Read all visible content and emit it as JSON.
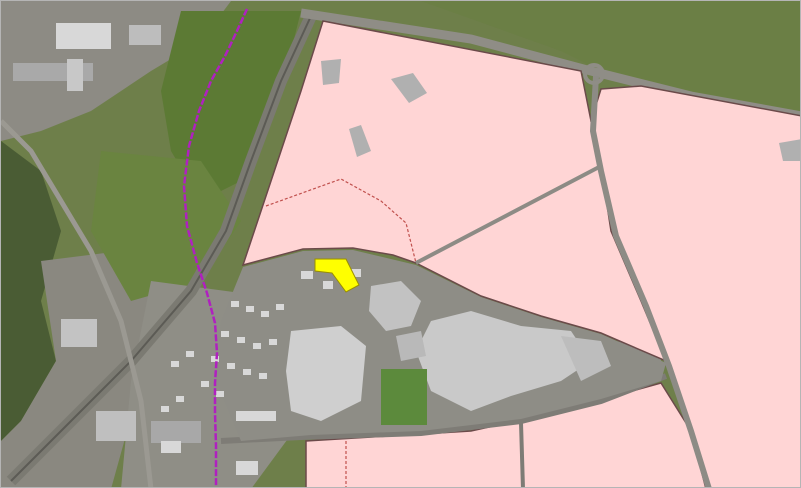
{
  "map": {
    "base_layer": "aerial-imagery",
    "colors": {
      "grass": "#5f7a3c",
      "grass_light": "#7d9450",
      "forest": "#3f5230",
      "urban": "#8a8a82",
      "road": "#8e8c86",
      "road_edge": "#6c6a64",
      "parcel_fill": "#ffd5d5",
      "parcel_edge": "#6b4a4a",
      "parcel_dashed": "#c0504d",
      "building_gray": "#b8b8b8",
      "building_light": "#d4d4d4",
      "highlight_parcel": "#ffff00",
      "route_line": "#b020c0"
    },
    "overlays": [
      {
        "name": "zoning-parcel",
        "style": "pink-fill"
      },
      {
        "name": "selected-parcel",
        "style": "yellow-fill"
      },
      {
        "name": "transit-route",
        "style": "magenta-line"
      }
    ]
  }
}
